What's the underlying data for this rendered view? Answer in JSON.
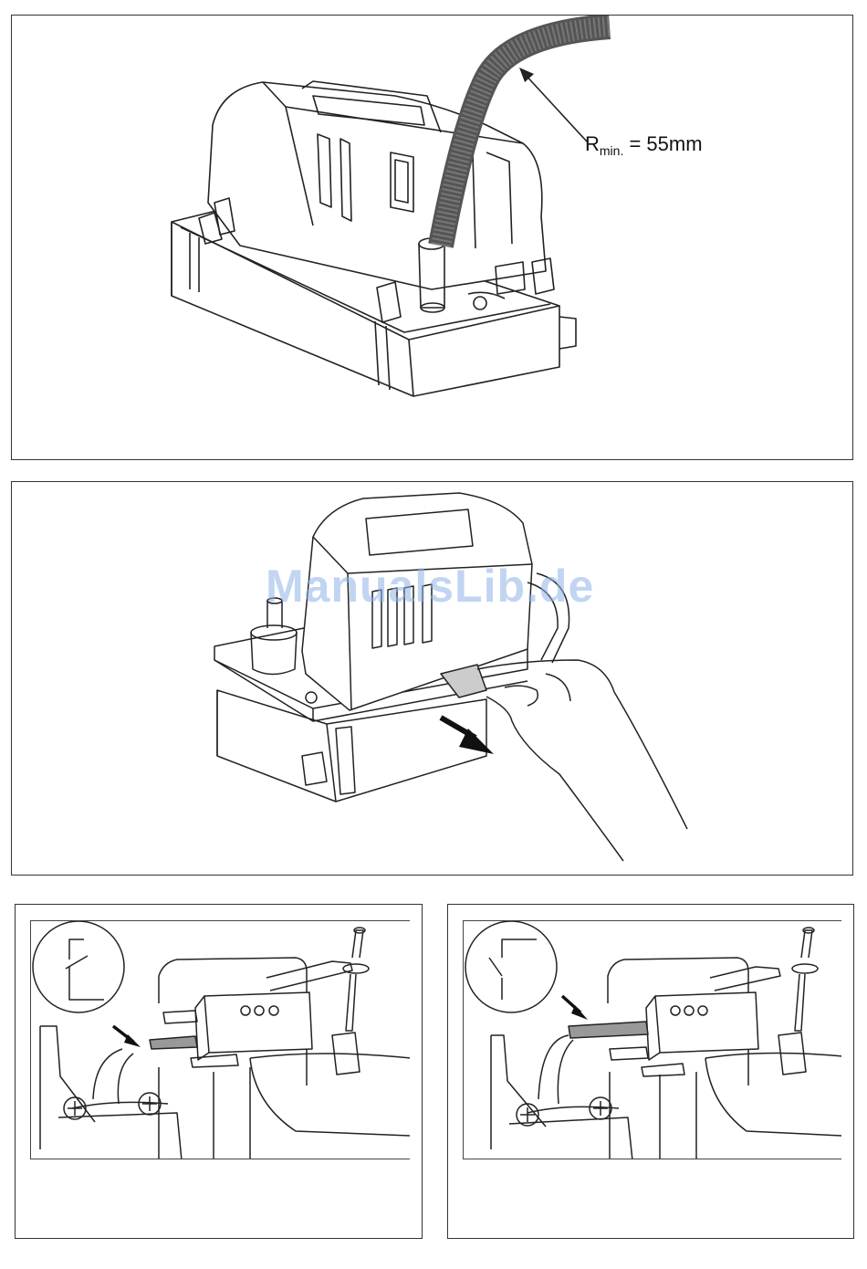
{
  "figure1": {
    "label_main": "R",
    "label_sub": "min.",
    "label_value": "= 55mm"
  },
  "watermark": "ManualsLib.de",
  "colors": {
    "line": "#222222",
    "tube": "#555555",
    "watermark": "#8fb3e8"
  }
}
